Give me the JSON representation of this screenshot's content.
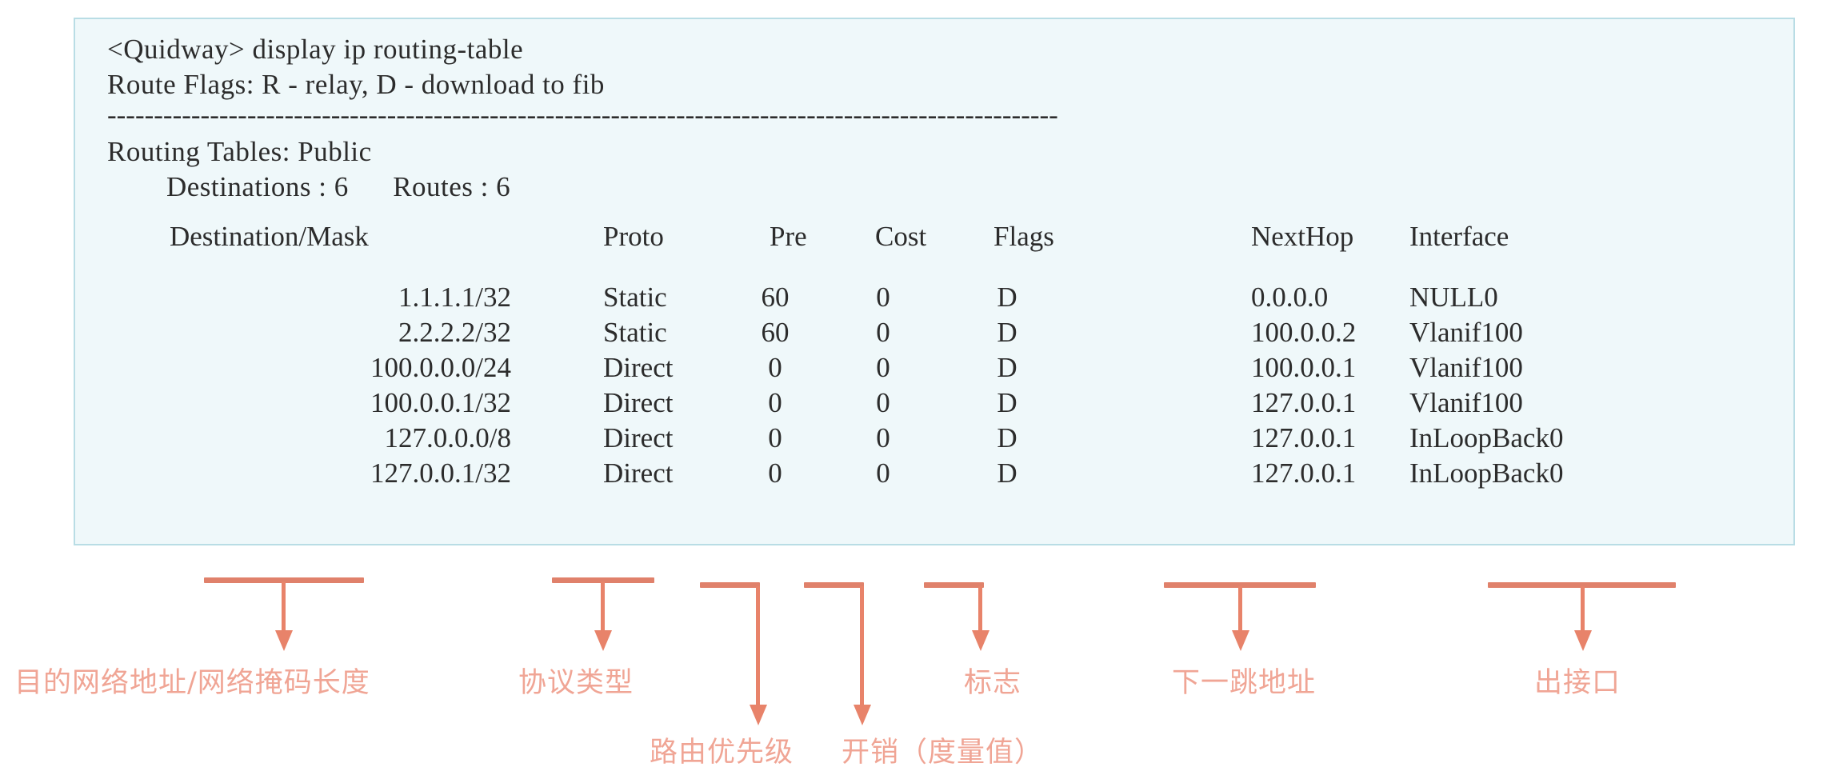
{
  "terminal": {
    "command_line": "<Quidway> display ip routing-table",
    "flags_line": "Route Flags: R - relay, D - download to fib",
    "separator": "------------------------------------------------------------------------------------------------------",
    "tables_line": "Routing Tables: Public",
    "counts_line": "        Destinations : 6      Routes : 6",
    "headers": {
      "destination": "Destination/Mask",
      "proto": "Proto",
      "pre": "Pre",
      "cost": "Cost",
      "flags": "Flags",
      "nexthop": "NextHop",
      "interface": "Interface"
    },
    "rows": [
      {
        "destination": "1.1.1.1/32",
        "proto": "Static",
        "pre": "60",
        "cost": "0",
        "flags": "D",
        "nexthop": "0.0.0.0",
        "interface": "NULL0"
      },
      {
        "destination": "2.2.2.2/32",
        "proto": "Static",
        "pre": "60",
        "cost": "0",
        "flags": "D",
        "nexthop": "100.0.0.2",
        "interface": "Vlanif100"
      },
      {
        "destination": "100.0.0.0/24",
        "proto": "Direct",
        "pre": "0",
        "cost": "0",
        "flags": "D",
        "nexthop": "100.0.0.1",
        "interface": "Vlanif100"
      },
      {
        "destination": "100.0.0.1/32",
        "proto": "Direct",
        "pre": "0",
        "cost": "0",
        "flags": "D",
        "nexthop": "127.0.0.1",
        "interface": "Vlanif100"
      },
      {
        "destination": "127.0.0.0/8",
        "proto": "Direct",
        "pre": "0",
        "cost": "0",
        "flags": "D",
        "nexthop": "127.0.0.1",
        "interface": "InLoopBack0"
      },
      {
        "destination": "127.0.0.1/32",
        "proto": "Direct",
        "pre": "0",
        "cost": "0",
        "flags": "D",
        "nexthop": "127.0.0.1",
        "interface": "InLoopBack0"
      }
    ]
  },
  "annotations": [
    {
      "label": "目的网络地址/网络掩码长度",
      "column": "destination"
    },
    {
      "label": "协议类型",
      "column": "proto"
    },
    {
      "label": "路由优先级",
      "column": "pre"
    },
    {
      "label": "开销（度量值）",
      "column": "cost"
    },
    {
      "label": "标志",
      "column": "flags"
    },
    {
      "label": "下一跳地址",
      "column": "nexthop"
    },
    {
      "label": "出接口",
      "column": "interface"
    }
  ],
  "colors": {
    "box_background": "#eff8fa",
    "box_border": "#b9dde5",
    "terminal_text": "#2c2c2c",
    "arrow": "#e8836a",
    "annotation_text": "#f0a595"
  }
}
